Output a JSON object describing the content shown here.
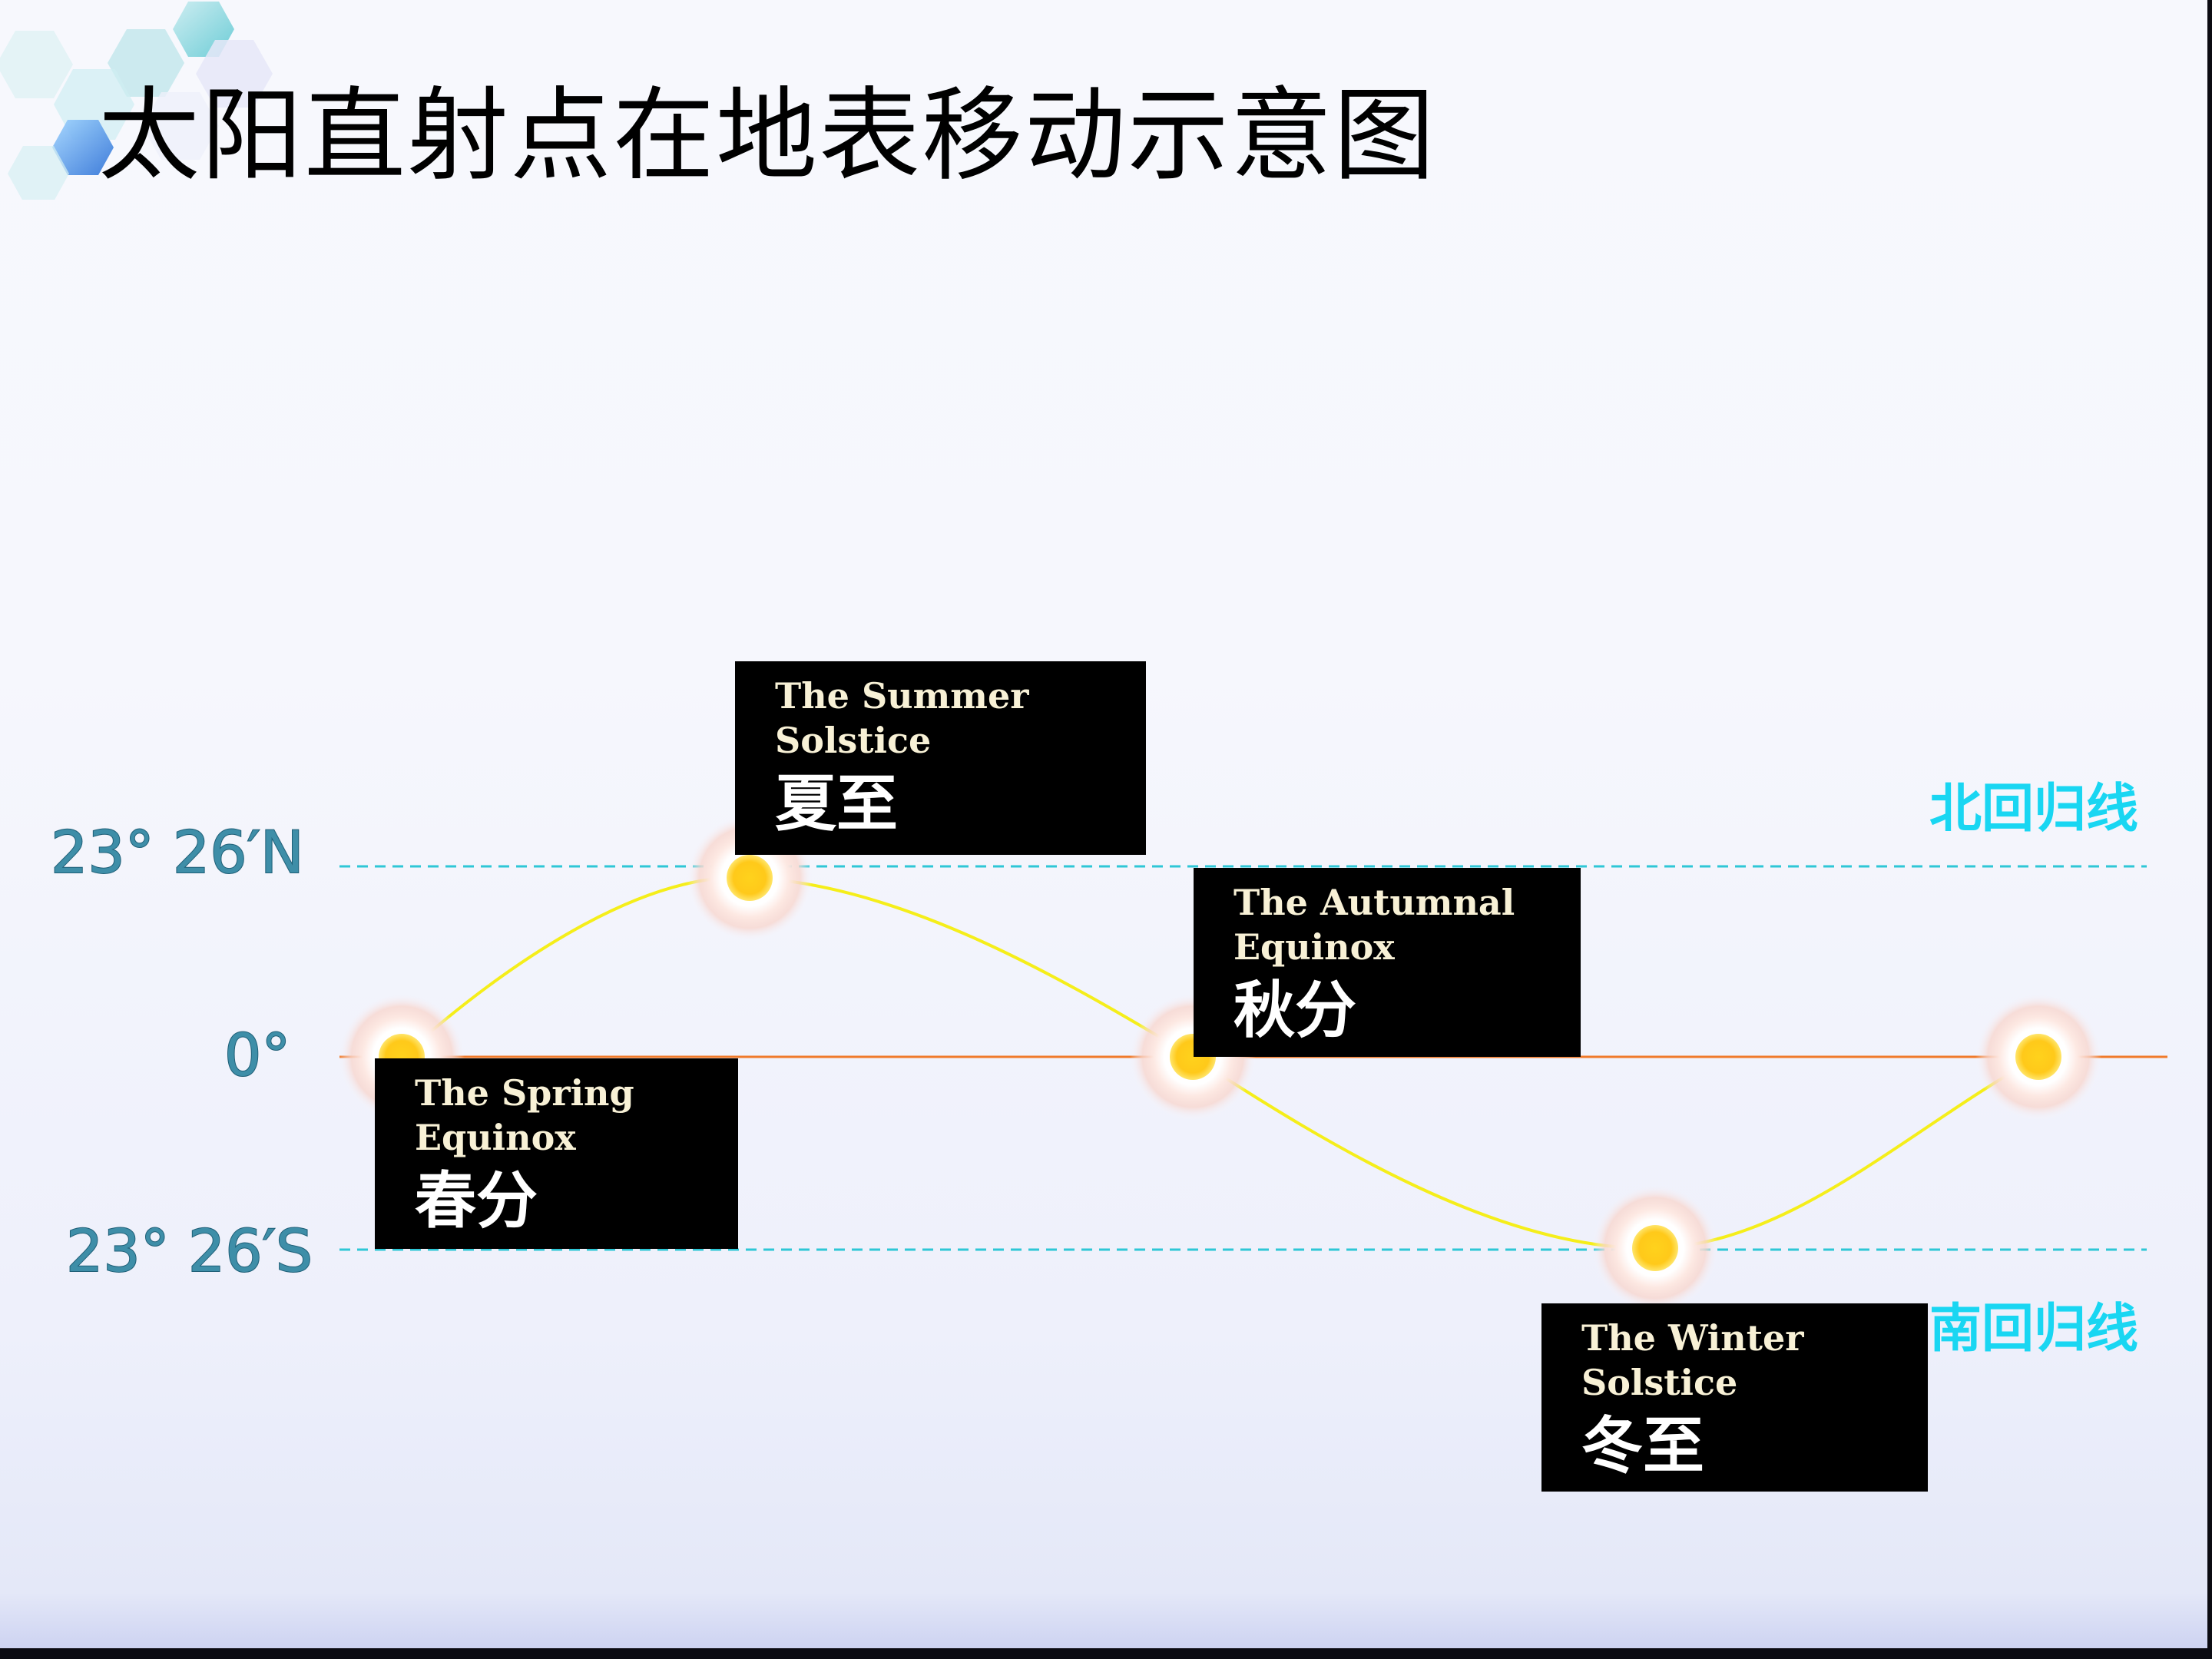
{
  "slide": {
    "title": "太阳直射点在地表移动示意图"
  },
  "latitudes": {
    "north": "23° 26′N",
    "equator": "0°",
    "south": "23° 26′S"
  },
  "tropics": {
    "cancer": "北回归线",
    "capricorn": "南回归线"
  },
  "events": [
    {
      "en": "The Spring\nEquinox",
      "zh": "春分"
    },
    {
      "en": "The Summer\nSolstice",
      "zh": "夏至"
    },
    {
      "en": "The  Autumnal\nEquinox",
      "zh": "秋分"
    },
    {
      "en": "The Winter\nSolstice",
      "zh": "冬至"
    }
  ],
  "colors": {
    "tropic_line": "#2ec7d6",
    "equator_line": "#f07a2a",
    "sun_path": "#f5ee1a",
    "sun_core": "#ffd21c",
    "card_bg": "#000000",
    "latitude_text": "#3e8ea8",
    "tropic_text": "#19d6f2"
  },
  "icons": {
    "sun": "sun-icon",
    "decoration": "hexagon-decoration"
  }
}
